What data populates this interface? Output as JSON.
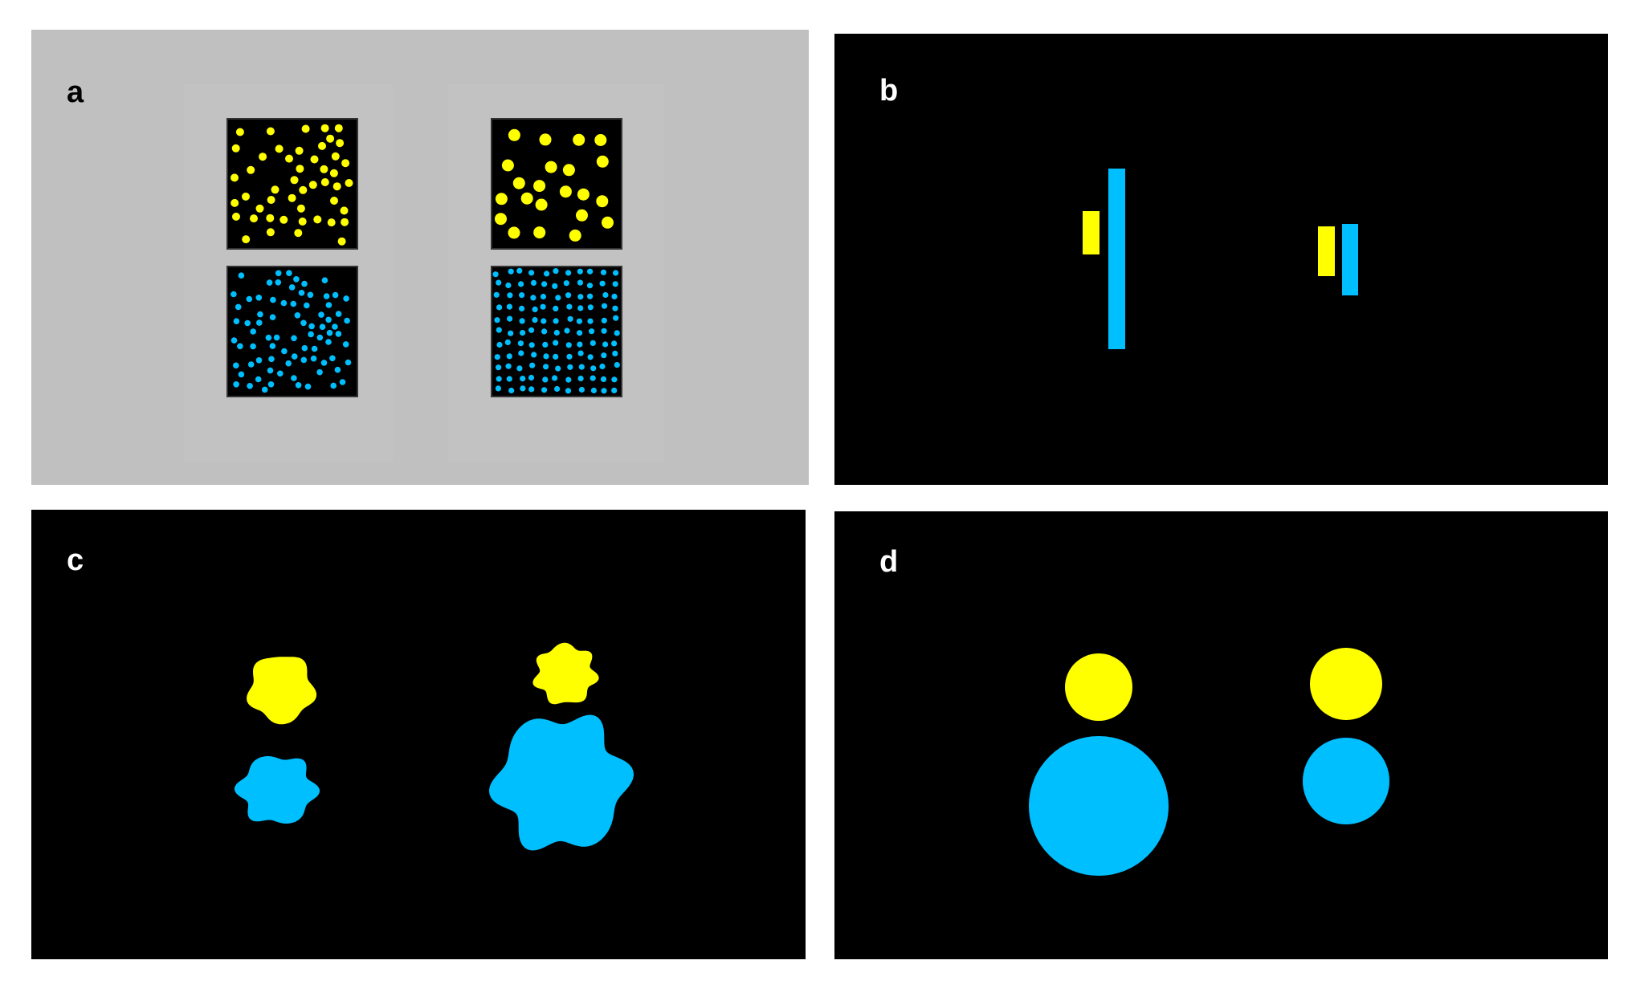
{
  "colors": {
    "yellow": "#ffff00",
    "cyan": "#00bfff",
    "black": "#000000",
    "gray": "#c0c0c0",
    "label_dark": "#000000",
    "label_light": "#ffffff"
  },
  "panels": {
    "a": {
      "label": "a"
    },
    "b": {
      "label": "b"
    },
    "c": {
      "label": "c"
    },
    "d": {
      "label": "d"
    }
  }
}
